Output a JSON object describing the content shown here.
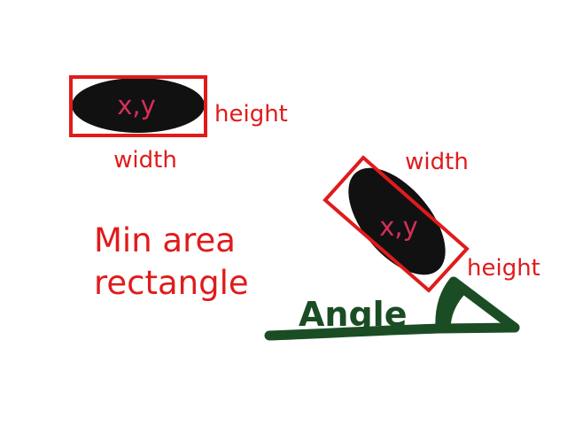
{
  "colors": {
    "background": "#ffffff",
    "rect_outline": "#e01b1b",
    "label_red": "#e01b1b",
    "center_label": "#d62f5a",
    "ellipse_fill": "#111111",
    "angle_green": "#1b4d24"
  },
  "upright": {
    "center_label": "x,y",
    "width_label": "width",
    "height_label": "height"
  },
  "rotated": {
    "center_label": "x,y",
    "width_label": "width",
    "height_label": "height"
  },
  "title": {
    "line1": "Min area",
    "line2": "rectangle"
  },
  "angle": {
    "label": "Angle"
  }
}
